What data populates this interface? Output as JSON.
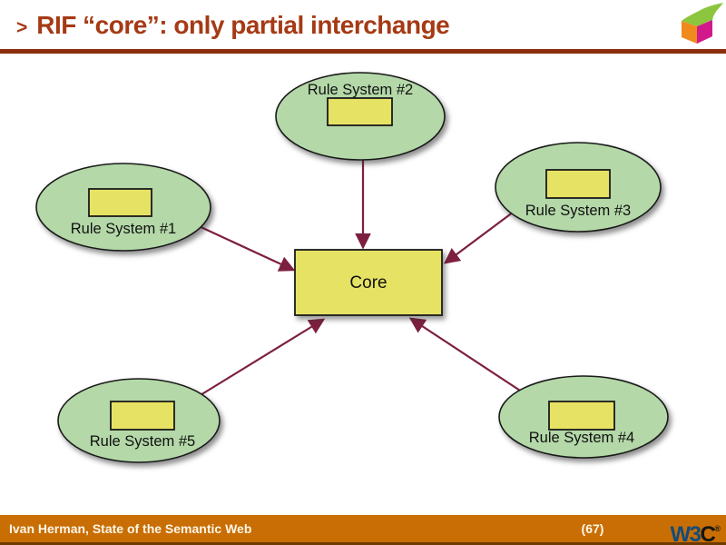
{
  "title": {
    "marker": ">",
    "text": "RIF “core”: only partial interchange"
  },
  "diagram": {
    "core": {
      "label": "Core"
    },
    "nodes": [
      {
        "label": "Rule System #1"
      },
      {
        "label": "Rule System #2"
      },
      {
        "label": "Rule System #3"
      },
      {
        "label": "Rule System #4"
      },
      {
        "label": "Rule System #5"
      }
    ]
  },
  "footer": {
    "credit": "Ivan Herman, State of the Semantic Web",
    "page_number": "(67)",
    "w3c_logo": {
      "w3": "W3",
      "c": "C",
      "reg": "®"
    }
  },
  "colors": {
    "title_text": "#A53A14",
    "title_rule": "#8B2E0B",
    "arrow": "#7D1F40",
    "ellipse_fill": "#B4D8A8",
    "box_fill": "#E6E263",
    "footer_bg": "#C86E04",
    "w3c_blue": "#134C7C",
    "cube_green": "#8CC63F",
    "cube_orange": "#F08A1D",
    "cube_magenta": "#D2198C"
  }
}
